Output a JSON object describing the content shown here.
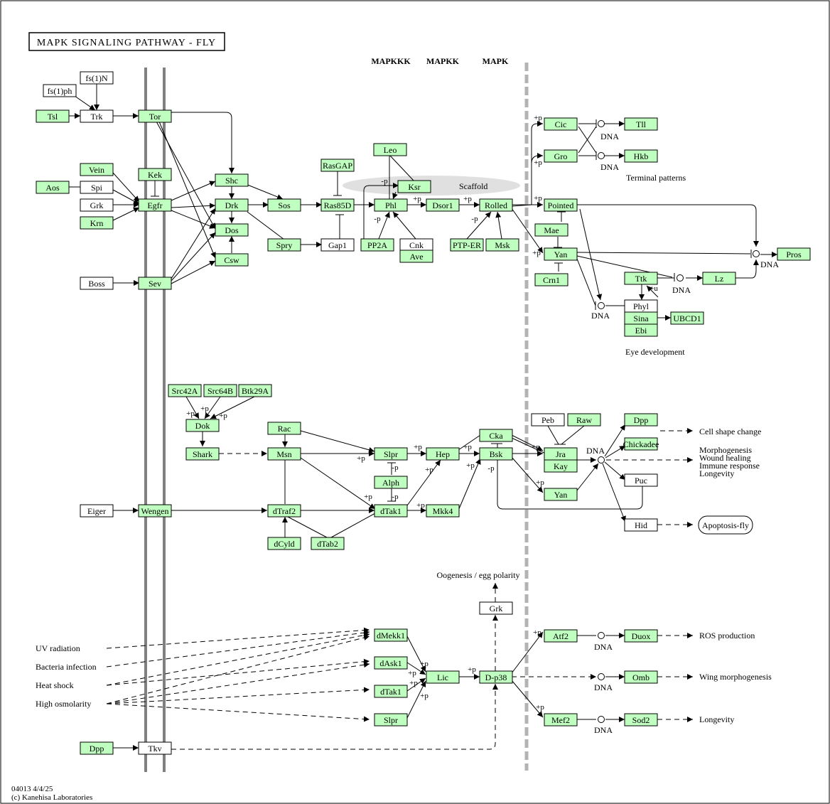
{
  "title": "MAPK SIGNALING PATHWAY - FLY",
  "footer": {
    "line1": "04013 4/4/25",
    "line2": "(c) Kanehisa Laboratories"
  },
  "colors": {
    "gene": "#bfffbf",
    "plain": "#ffffff",
    "membrane": "#808080",
    "nucleus": "#b3b3b3",
    "scaffold": "#e0e0e0"
  },
  "headers": [
    "MAPKKK",
    "MAPKK",
    "MAPK"
  ],
  "nodes": [
    {
      "id": "fs1N",
      "label": "fs(1)N",
      "green": false
    },
    {
      "id": "fs1ph",
      "label": "fs(1)ph",
      "green": false
    },
    {
      "id": "Tsl",
      "label": "Tsl",
      "green": true
    },
    {
      "id": "Trk",
      "label": "Trk",
      "green": false
    },
    {
      "id": "Tor",
      "label": "Tor",
      "green": true
    },
    {
      "id": "Vein",
      "label": "Vein",
      "green": true
    },
    {
      "id": "Aos",
      "label": "Aos",
      "green": true
    },
    {
      "id": "Spi",
      "label": "Spi",
      "green": false
    },
    {
      "id": "Grk",
      "label": "Grk",
      "green": false
    },
    {
      "id": "Krn",
      "label": "Krn",
      "green": true
    },
    {
      "id": "Kek",
      "label": "Kek",
      "green": true
    },
    {
      "id": "Egfr",
      "label": "Egfr",
      "green": true
    },
    {
      "id": "Shc",
      "label": "Shc",
      "green": true
    },
    {
      "id": "Drk",
      "label": "Drk",
      "green": true
    },
    {
      "id": "Dos",
      "label": "Dos",
      "green": true
    },
    {
      "id": "Csw",
      "label": "Csw",
      "green": true
    },
    {
      "id": "Sos",
      "label": "Sos",
      "green": true
    },
    {
      "id": "Spry",
      "label": "Spry",
      "green": true
    },
    {
      "id": "RasGAP",
      "label": "RasGAP",
      "green": true
    },
    {
      "id": "Ras85D",
      "label": "Ras85D",
      "green": true
    },
    {
      "id": "Gap1",
      "label": "Gap1",
      "green": false
    },
    {
      "id": "Leo",
      "label": "Leo",
      "green": true
    },
    {
      "id": "Ksr",
      "label": "Ksr",
      "green": true
    },
    {
      "id": "Phl",
      "label": "Phl",
      "green": true
    },
    {
      "id": "PP2A",
      "label": "PP2A",
      "green": true
    },
    {
      "id": "Cnk",
      "label": "Cnk",
      "green": false
    },
    {
      "id": "Ave",
      "label": "Ave",
      "green": true
    },
    {
      "id": "Dsor1",
      "label": "Dsor1",
      "green": true
    },
    {
      "id": "Rolled",
      "label": "Rolled",
      "green": true
    },
    {
      "id": "PTPER",
      "label": "PTP-ER",
      "green": true
    },
    {
      "id": "Msk",
      "label": "Msk",
      "green": true
    },
    {
      "id": "Boss",
      "label": "Boss",
      "green": false
    },
    {
      "id": "Sev",
      "label": "Sev",
      "green": true
    },
    {
      "id": "Cic",
      "label": "Cic",
      "green": true
    },
    {
      "id": "Gro",
      "label": "Gro",
      "green": true
    },
    {
      "id": "Tll",
      "label": "Tll",
      "green": true
    },
    {
      "id": "Hkb",
      "label": "Hkb",
      "green": true
    },
    {
      "id": "Pointed",
      "label": "Pointed",
      "green": true
    },
    {
      "id": "Mae",
      "label": "Mae",
      "green": true
    },
    {
      "id": "YanT",
      "label": "Yan",
      "green": true
    },
    {
      "id": "Crn1",
      "label": "Crn1",
      "green": true
    },
    {
      "id": "Pros",
      "label": "Pros",
      "green": true
    },
    {
      "id": "Ttk",
      "label": "Ttk",
      "green": true
    },
    {
      "id": "Lz",
      "label": "Lz",
      "green": true
    },
    {
      "id": "Phyl",
      "label": "Phyl",
      "green": false
    },
    {
      "id": "Sina",
      "label": "Sina",
      "green": true
    },
    {
      "id": "Ebi",
      "label": "Ebi",
      "green": true
    },
    {
      "id": "UBCD1",
      "label": "UBCD1",
      "green": true
    },
    {
      "id": "Src42A",
      "label": "Src42A",
      "green": true
    },
    {
      "id": "Src64B",
      "label": "Src64B",
      "green": true
    },
    {
      "id": "Btk29A",
      "label": "Btk29A",
      "green": true
    },
    {
      "id": "Dok",
      "label": "Dok",
      "green": true
    },
    {
      "id": "Shark",
      "label": "Shark",
      "green": true
    },
    {
      "id": "Rac",
      "label": "Rac",
      "green": true
    },
    {
      "id": "Msn",
      "label": "Msn",
      "green": true
    },
    {
      "id": "Slpr",
      "label": "Slpr",
      "green": true
    },
    {
      "id": "Alph",
      "label": "Alph",
      "green": true
    },
    {
      "id": "Hep",
      "label": "Hep",
      "green": true
    },
    {
      "id": "Cka",
      "label": "Cka",
      "green": true
    },
    {
      "id": "Bsk",
      "label": "Bsk",
      "green": true
    },
    {
      "id": "Peb",
      "label": "Peb",
      "green": false
    },
    {
      "id": "Raw",
      "label": "Raw",
      "green": true
    },
    {
      "id": "Jra",
      "label": "Jra",
      "green": true
    },
    {
      "id": "Kay",
      "label": "Kay",
      "green": true
    },
    {
      "id": "YanM",
      "label": "Yan",
      "green": true
    },
    {
      "id": "Dpp1",
      "label": "Dpp",
      "green": true
    },
    {
      "id": "Chickadee",
      "label": "Chickadee",
      "green": true
    },
    {
      "id": "Puc",
      "label": "Puc",
      "green": false
    },
    {
      "id": "Hid",
      "label": "Hid",
      "green": false
    },
    {
      "id": "Eiger",
      "label": "Eiger",
      "green": false
    },
    {
      "id": "Wengen",
      "label": "Wengen",
      "green": true
    },
    {
      "id": "dTraf2",
      "label": "dTraf2",
      "green": true
    },
    {
      "id": "dTak1a",
      "label": "dTak1",
      "green": true
    },
    {
      "id": "Mkk4",
      "label": "Mkk4",
      "green": true
    },
    {
      "id": "dCyld",
      "label": "dCyld",
      "green": true
    },
    {
      "id": "dTab2",
      "label": "dTab2",
      "green": true
    },
    {
      "id": "Grk2",
      "label": "Grk",
      "green": false
    },
    {
      "id": "dMekk1",
      "label": "dMekk1",
      "green": true
    },
    {
      "id": "dAsk1",
      "label": "dAsk1",
      "green": true
    },
    {
      "id": "dTak1b",
      "label": "dTak1",
      "green": true
    },
    {
      "id": "Slpr2",
      "label": "Slpr",
      "green": true
    },
    {
      "id": "Lic",
      "label": "Lic",
      "green": true
    },
    {
      "id": "Dp38",
      "label": "D-p38",
      "green": true
    },
    {
      "id": "Atf2",
      "label": "Atf2",
      "green": true
    },
    {
      "id": "Mef2",
      "label": "Mef2",
      "green": true
    },
    {
      "id": "Duox",
      "label": "Duox",
      "green": true
    },
    {
      "id": "Omb",
      "label": "Omb",
      "green": true
    },
    {
      "id": "Sod2",
      "label": "Sod2",
      "green": true
    },
    {
      "id": "Dpp2",
      "label": "Dpp",
      "green": true
    },
    {
      "id": "Tkv",
      "label": "Tkv",
      "green": false
    }
  ],
  "labels": [
    {
      "id": "scaffold",
      "text": "Scaffold"
    },
    {
      "id": "terminal",
      "text": "Terminal patterns"
    },
    {
      "id": "eyedev",
      "text": "Eye development"
    },
    {
      "id": "cellshape",
      "text": "Cell shape change"
    },
    {
      "id": "morpho",
      "text": "Morphogenesis"
    },
    {
      "id": "wound",
      "text": "Wound healing"
    },
    {
      "id": "immune",
      "text": "Immune response"
    },
    {
      "id": "longev1",
      "text": "Longevity"
    },
    {
      "id": "apop",
      "text": "Apoptosis-fly"
    },
    {
      "id": "oogen",
      "text": "Oogenesis / egg polarity"
    },
    {
      "id": "ros",
      "text": "ROS production"
    },
    {
      "id": "wingm",
      "text": "Wing morphogenesis"
    },
    {
      "id": "longev2",
      "text": "Longevity"
    },
    {
      "id": "uv",
      "text": "UV radiation"
    },
    {
      "id": "bact",
      "text": "Bacteria infection"
    },
    {
      "id": "heat",
      "text": "Heat shock"
    },
    {
      "id": "osmo",
      "text": "High osmolarity"
    }
  ],
  "dna_label": "DNA",
  "p_label": "+p",
  "mp_label": "-p",
  "u_label": "+u"
}
